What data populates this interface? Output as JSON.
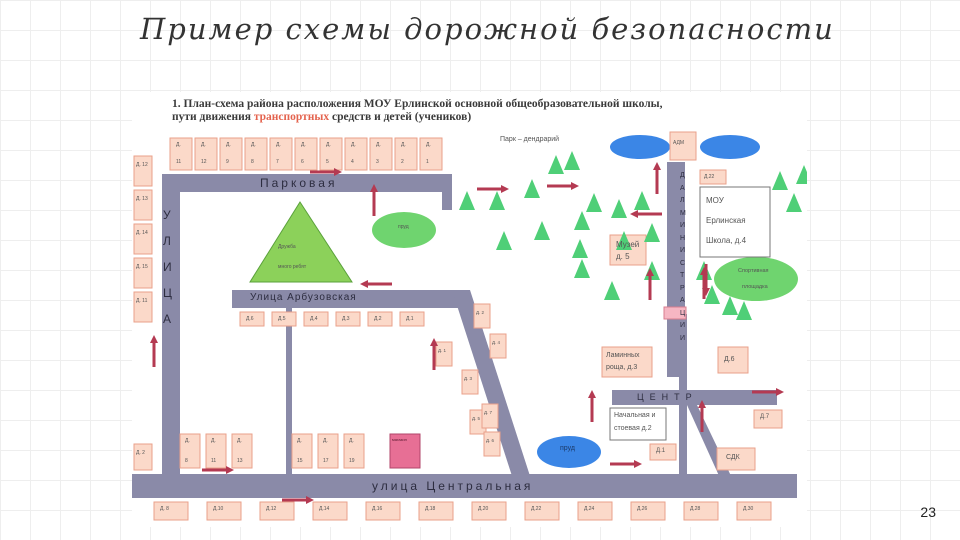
{
  "slide": {
    "title": "Пример схемы дорожной безопасности",
    "page_number": "23"
  },
  "map": {
    "heading_line1": "1. План-схема района расположения МОУ Ерлинской основной общеобразовательной школы,",
    "heading_line2_before": "пути движения ",
    "heading_line2_accent": "транспортных",
    "heading_line2_after": " средств и детей (учеников)",
    "park_label": "Парк – дендрарий",
    "streets": {
      "parkovaya": "Парковая",
      "arbuzovskaya": "Улица Арбузовская",
      "centralnaya": "улица   Центральная",
      "ulitsa_left": "УЛИЦА",
      "tsentr": "ЦЕНТР",
      "vertical_right": "ДАЛМИНИСТРАЦИИ"
    },
    "places": {
      "school": [
        "МОУ",
        "Ерлинская",
        "Школа, д.4"
      ],
      "museum": [
        "Музей",
        "д. 5"
      ],
      "sports": [
        "Спортивная",
        "площадка"
      ],
      "lake": "пруд",
      "drug_triangle": [
        "Дружба",
        "много ребят"
      ],
      "pond_small": "пруд",
      "admin": "АДМ",
      "store": "магазин",
      "laminated": [
        "Ламинных",
        "роща, д.3"
      ],
      "vahta": [
        "Начальная и",
        "стоевая д.2"
      ],
      "sdk": "СДК",
      "d1": "Д.1",
      "d6": "Д.6",
      "d7": "Д.7",
      "d22": "Д.22"
    },
    "top_houses": [
      {
        "line1": "Д.",
        "line2": "11"
      },
      {
        "line1": "Д.",
        "line2": "12"
      },
      {
        "line1": "Д.",
        "line2": "9"
      },
      {
        "line1": "Д.",
        "line2": "8"
      },
      {
        "line1": "Д.",
        "line2": "7"
      },
      {
        "line1": "Д.",
        "line2": "6"
      },
      {
        "line1": "Д.",
        "line2": "5"
      },
      {
        "line1": "Д.",
        "line2": "4"
      },
      {
        "line1": "Д.",
        "line2": "3"
      },
      {
        "line1": "Д.",
        "line2": "2"
      },
      {
        "line1": "Д.",
        "line2": "1"
      }
    ],
    "left_houses": [
      "Д. 12",
      "Д. 13",
      "Д. 14",
      "Д. 15",
      "Д. 11"
    ],
    "arbuz_houses": [
      "Д.6",
      "Д.5",
      "Д.4",
      "Д.3",
      "Д.2",
      "Д.1"
    ],
    "diag_houses": [
      "Д. 2",
      "Д. 4",
      "Д. 1",
      "Д. 3",
      "Д. 5",
      "Д. 6",
      "Д. 7"
    ],
    "mid_houses": [
      {
        "line1": "Д.",
        "line2": "8"
      },
      {
        "line1": "Д.",
        "line2": "11"
      },
      {
        "line1": "Д.",
        "line2": "13"
      },
      {
        "line1": "Д.",
        "line2": "15"
      },
      {
        "line1": "Д.",
        "line2": "17"
      },
      {
        "line1": "Д.",
        "line2": "19"
      }
    ],
    "bottom_houses": [
      "Д. 8",
      "Д.10",
      "Д.12",
      "Д.14",
      "Д.16",
      "Д.18",
      "Д.20",
      "Д.22",
      "Д.24",
      "Д.26",
      "Д.28",
      "Д.30"
    ],
    "corner_house": "Д. 2"
  },
  "colors": {
    "road": "#8a8aa8",
    "house_fill": "#fbd9c9",
    "house_stroke": "#e9a08a",
    "tree": "#4fcf77",
    "water": "#3b86e6",
    "arrow": "#b43a52",
    "field": "#6fd46f",
    "triangle": "#7fcf5a"
  }
}
